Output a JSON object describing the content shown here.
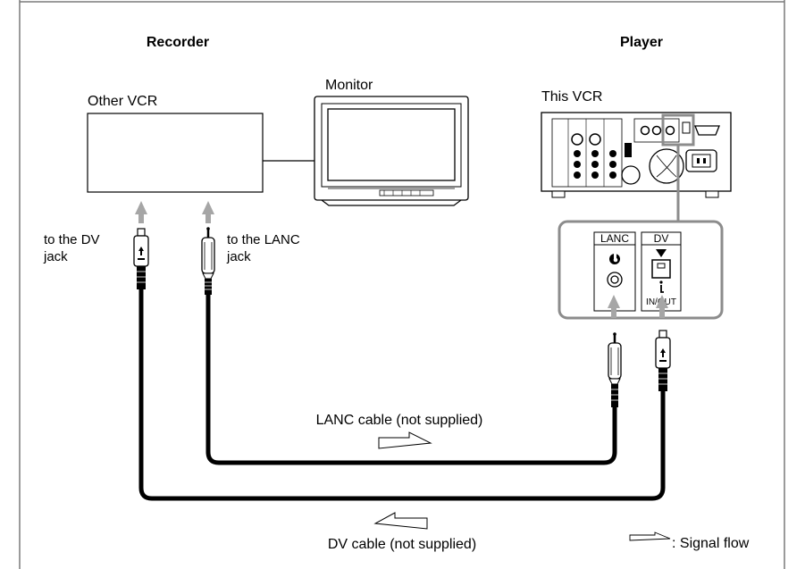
{
  "headings": {
    "recorder": "Recorder",
    "player": "Player"
  },
  "devices": {
    "other_vcr": "Other VCR",
    "monitor": "Monitor",
    "this_vcr": "This VCR"
  },
  "jack_labels": {
    "dv_line1": "to the DV",
    "dv_line2": "jack",
    "lanc_line1": "to the LANC",
    "lanc_line2": "jack"
  },
  "connector_panel": {
    "lanc": "LANC",
    "dv": "DV",
    "in_out": "IN/OUT"
  },
  "cables": {
    "lanc_cable": "LANC cable (not supplied)",
    "dv_cable": "DV cable (not supplied)"
  },
  "legend": {
    "signal_flow": ": Signal flow"
  },
  "colors": {
    "line": "#000000",
    "panel_border": "#8c8c8c",
    "arrow_gray": "#a6a6a6",
    "frame": "#7a7a7a"
  }
}
